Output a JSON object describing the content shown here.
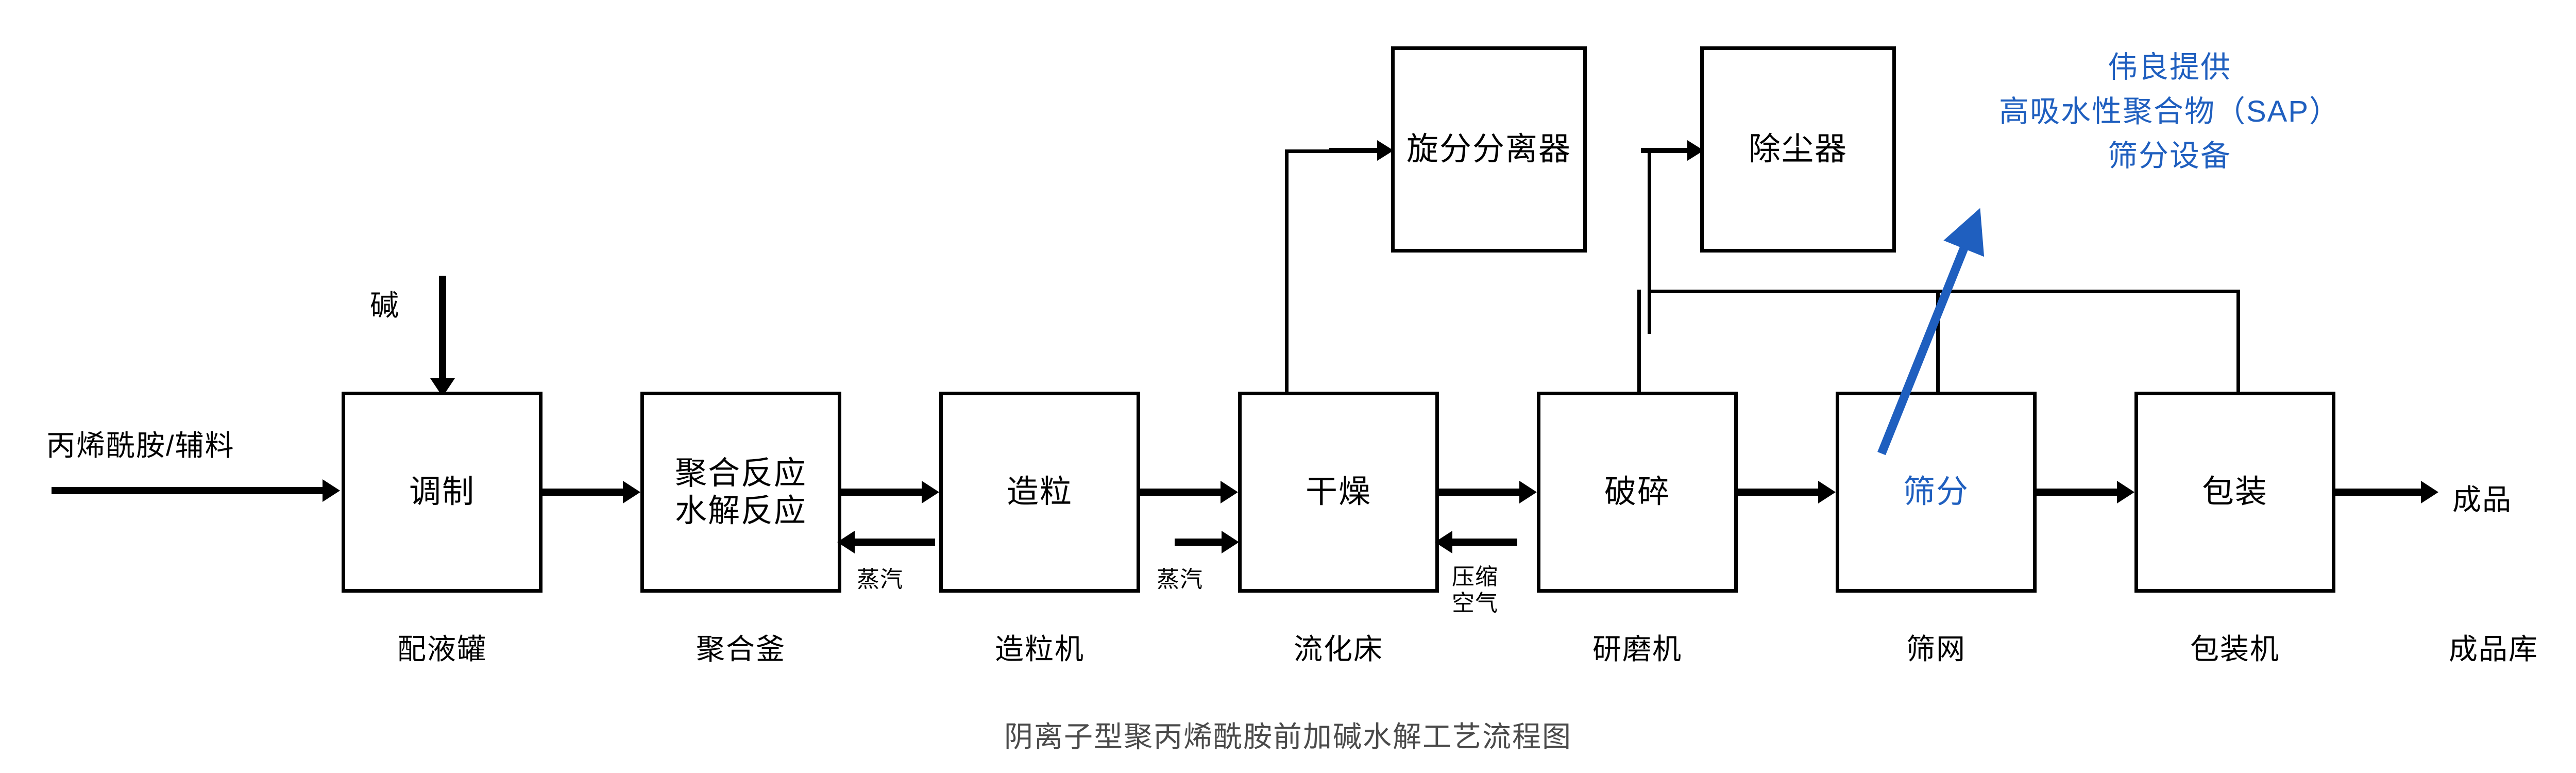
{
  "diagram": {
    "caption": "阴离子型聚丙烯酰胺前加碱水解工艺流程图",
    "accent_color": "#1F5FBF",
    "line_color": "#000000",
    "caption_color": "#4A4A4A"
  },
  "inputs": {
    "feed_label": "丙烯酰胺/辅料",
    "alkali_label": "碱"
  },
  "output": {
    "product_label": "成品",
    "warehouse_label": "成品库"
  },
  "process": {
    "steps": [
      {
        "name": "调制",
        "equipment": "配液罐"
      },
      {
        "name": "聚合反应\n水解反应",
        "line1": "聚合反应",
        "line2": "水解反应",
        "equipment": "聚合釜"
      },
      {
        "name": "造粒",
        "equipment": "造粒机"
      },
      {
        "name": "干燥",
        "equipment": "流化床"
      },
      {
        "name": "破碎",
        "equipment": "研磨机"
      },
      {
        "name": "筛分",
        "equipment": "筛网",
        "highlight": true
      },
      {
        "name": "包装",
        "equipment": "包装机"
      }
    ]
  },
  "auxiliary": {
    "cyclone_separator": "旋分分离器",
    "dust_collector": "除尘器"
  },
  "utilities": {
    "steam_to_reactor": "蒸汽",
    "steam_to_dryer": "蒸汽",
    "compressed_air": "压缩\n空气",
    "compressed_air_line1": "压缩",
    "compressed_air_line2": "空气"
  },
  "annotation": {
    "line1": "伟良提供",
    "line2": "高吸水性聚合物（SAP）",
    "line3": "筛分设备",
    "color": "#1F5FBF"
  }
}
